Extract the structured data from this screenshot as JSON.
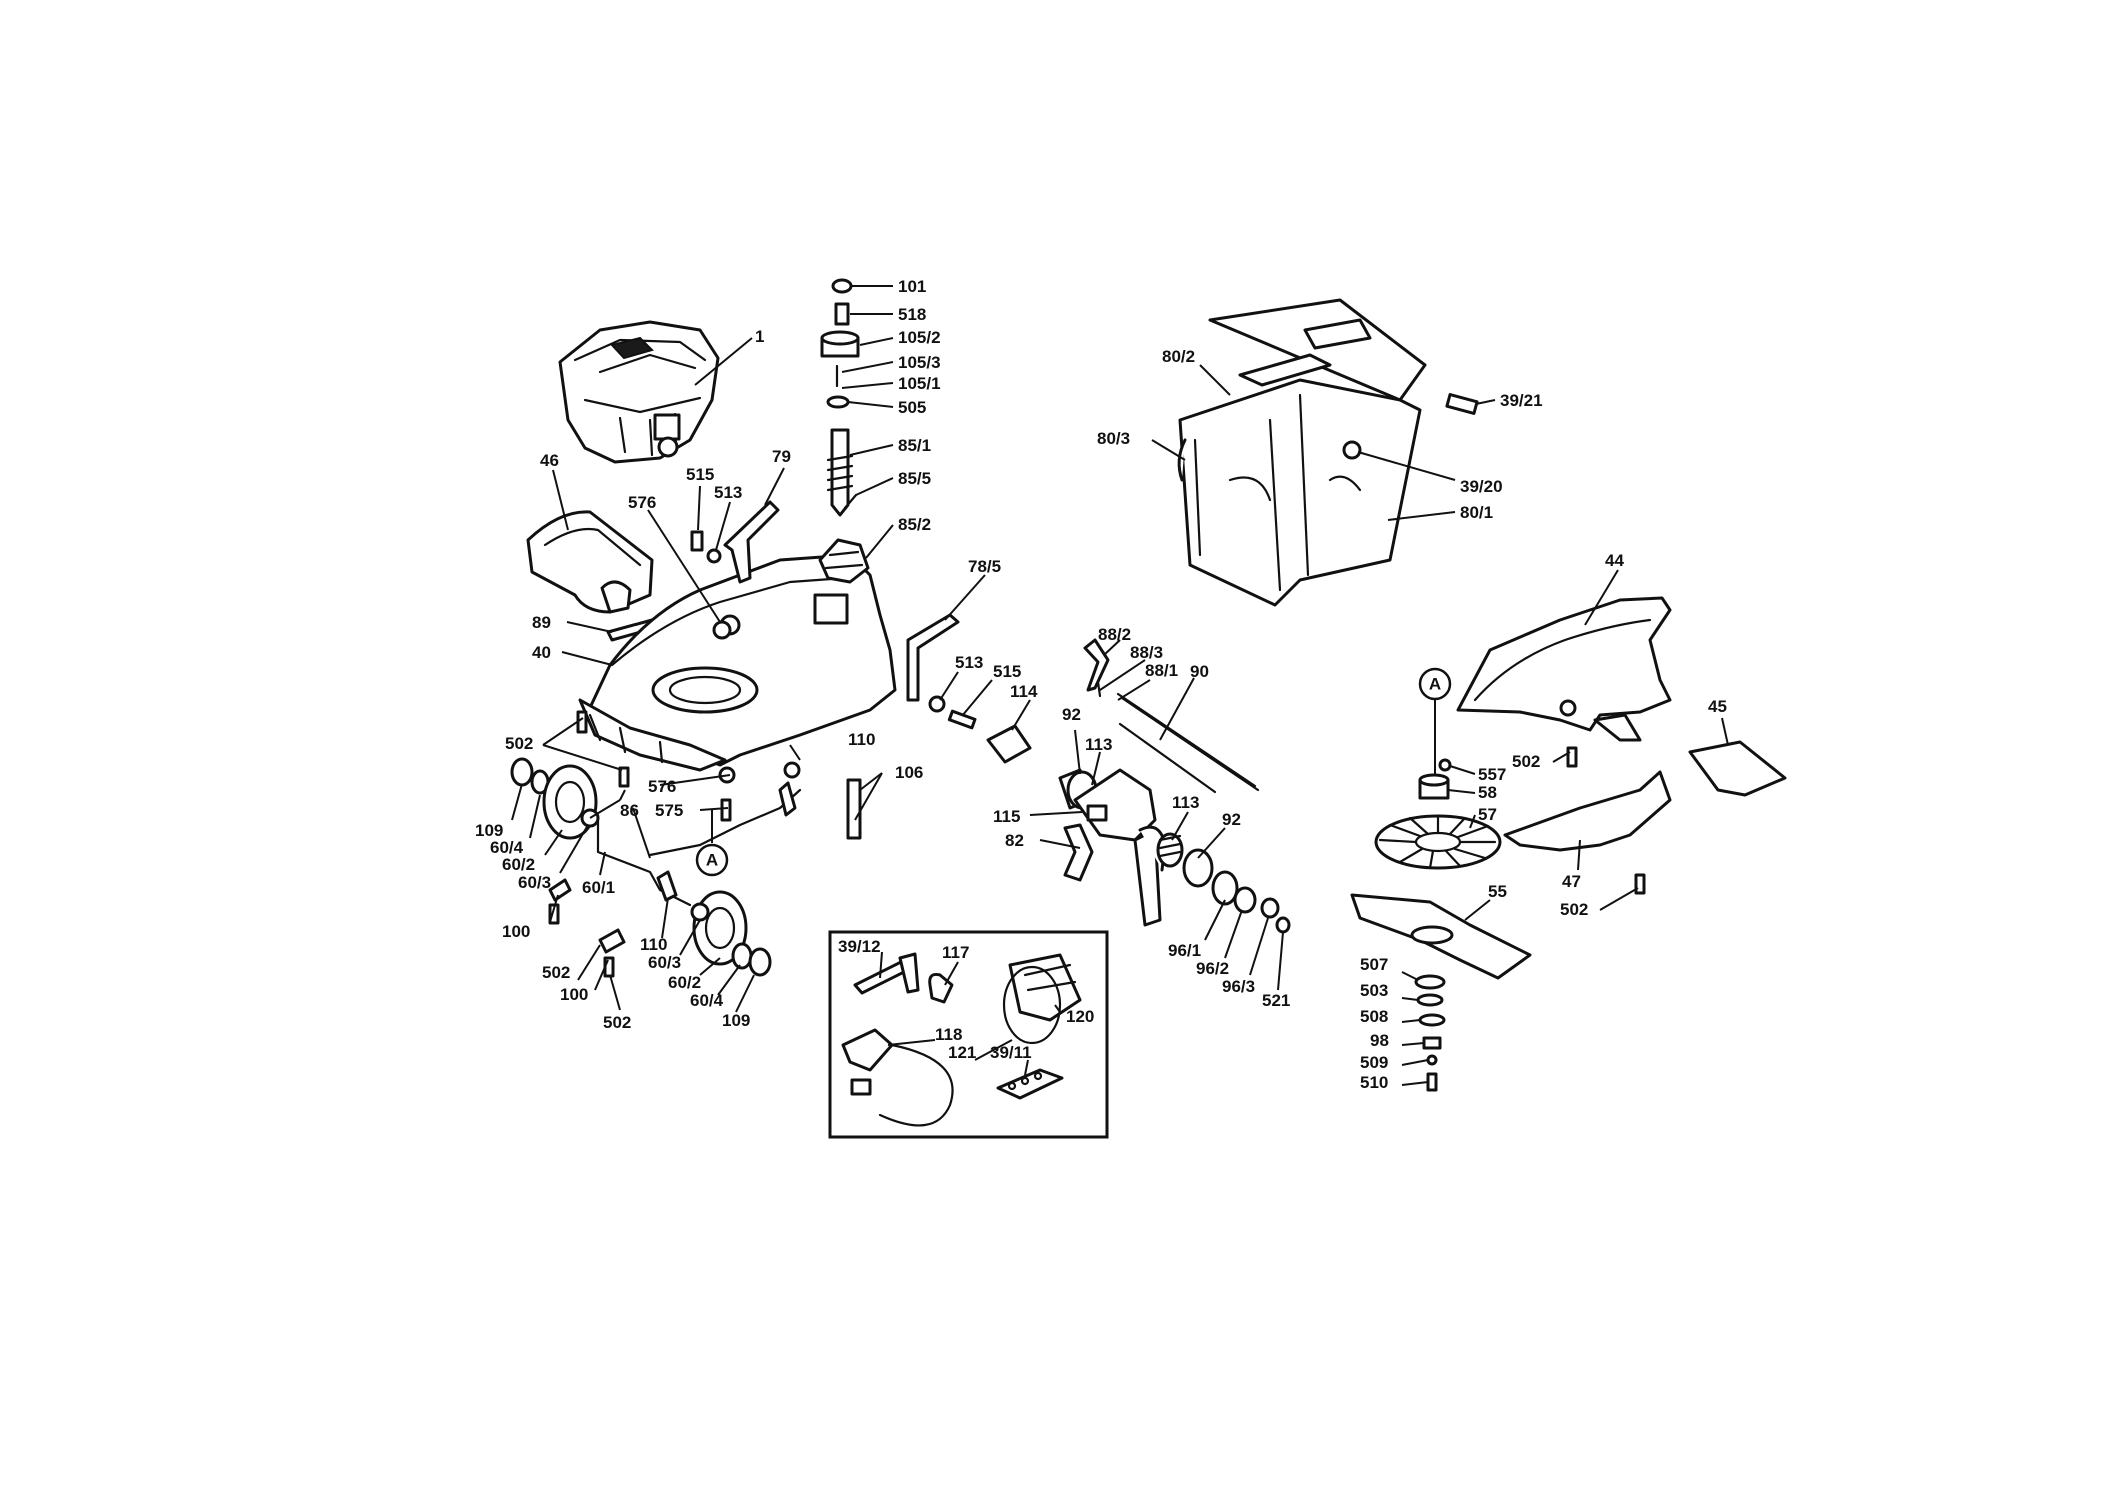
{
  "labels": [
    {
      "id": "101",
      "text": "101"
    },
    {
      "id": "518",
      "text": "518"
    },
    {
      "id": "105_2",
      "text": "105/2"
    },
    {
      "id": "105_3",
      "text": "105/3"
    },
    {
      "id": "105_1",
      "text": "105/1"
    },
    {
      "id": "505",
      "text": "505"
    },
    {
      "id": "85_1",
      "text": "85/1"
    },
    {
      "id": "85_5",
      "text": "85/5"
    },
    {
      "id": "85_2",
      "text": "85/2"
    },
    {
      "id": "1",
      "text": "1"
    },
    {
      "id": "46",
      "text": "46"
    },
    {
      "id": "515a",
      "text": "515"
    },
    {
      "id": "513a",
      "text": "513"
    },
    {
      "id": "79",
      "text": "79"
    },
    {
      "id": "576a",
      "text": "576"
    },
    {
      "id": "89",
      "text": "89"
    },
    {
      "id": "40",
      "text": "40"
    },
    {
      "id": "78_5",
      "text": "78/5"
    },
    {
      "id": "513b",
      "text": "513"
    },
    {
      "id": "515b",
      "text": "515"
    },
    {
      "id": "114",
      "text": "114"
    },
    {
      "id": "502a",
      "text": "502"
    },
    {
      "id": "110a",
      "text": "110"
    },
    {
      "id": "576b",
      "text": "576"
    },
    {
      "id": "106",
      "text": "106"
    },
    {
      "id": "575",
      "text": "575"
    },
    {
      "id": "86",
      "text": "86"
    },
    {
      "id": "109a",
      "text": "109"
    },
    {
      "id": "60_4a",
      "text": "60/4"
    },
    {
      "id": "60_2a",
      "text": "60/2"
    },
    {
      "id": "60_3a",
      "text": "60/3"
    },
    {
      "id": "60_1",
      "text": "60/1"
    },
    {
      "id": "100a",
      "text": "100"
    },
    {
      "id": "502b",
      "text": "502"
    },
    {
      "id": "100b",
      "text": "100"
    },
    {
      "id": "502c",
      "text": "502"
    },
    {
      "id": "110b",
      "text": "110"
    },
    {
      "id": "60_3b",
      "text": "60/3"
    },
    {
      "id": "60_2b",
      "text": "60/2"
    },
    {
      "id": "60_4b",
      "text": "60/4"
    },
    {
      "id": "109b",
      "text": "109"
    },
    {
      "id": "80_2",
      "text": "80/2"
    },
    {
      "id": "80_3",
      "text": "80/3"
    },
    {
      "id": "39_21",
      "text": "39/21"
    },
    {
      "id": "39_20",
      "text": "39/20"
    },
    {
      "id": "80_1",
      "text": "80/1"
    },
    {
      "id": "88_2",
      "text": "88/2"
    },
    {
      "id": "88_3",
      "text": "88/3"
    },
    {
      "id": "88_1",
      "text": "88/1"
    },
    {
      "id": "90",
      "text": "90"
    },
    {
      "id": "92a",
      "text": "92"
    },
    {
      "id": "113a",
      "text": "113"
    },
    {
      "id": "115",
      "text": "115"
    },
    {
      "id": "82",
      "text": "82"
    },
    {
      "id": "113b",
      "text": "113"
    },
    {
      "id": "92b",
      "text": "92"
    },
    {
      "id": "96_1",
      "text": "96/1"
    },
    {
      "id": "96_2",
      "text": "96/2"
    },
    {
      "id": "96_3",
      "text": "96/3"
    },
    {
      "id": "521",
      "text": "521"
    },
    {
      "id": "44",
      "text": "44"
    },
    {
      "id": "45",
      "text": "45"
    },
    {
      "id": "557",
      "text": "557"
    },
    {
      "id": "502d",
      "text": "502"
    },
    {
      "id": "58",
      "text": "58"
    },
    {
      "id": "57",
      "text": "57"
    },
    {
      "id": "47",
      "text": "47"
    },
    {
      "id": "502e",
      "text": "502"
    },
    {
      "id": "55",
      "text": "55"
    },
    {
      "id": "507",
      "text": "507"
    },
    {
      "id": "503",
      "text": "503"
    },
    {
      "id": "508",
      "text": "508"
    },
    {
      "id": "98",
      "text": "98"
    },
    {
      "id": "509",
      "text": "509"
    },
    {
      "id": "510",
      "text": "510"
    },
    {
      "id": "39_12",
      "text": "39/12"
    },
    {
      "id": "117",
      "text": "117"
    },
    {
      "id": "120",
      "text": "120"
    },
    {
      "id": "118",
      "text": "118"
    },
    {
      "id": "121",
      "text": "121"
    },
    {
      "id": "39_11",
      "text": "39/11"
    }
  ],
  "callouts": {
    "a1": "A",
    "a2": "A"
  }
}
